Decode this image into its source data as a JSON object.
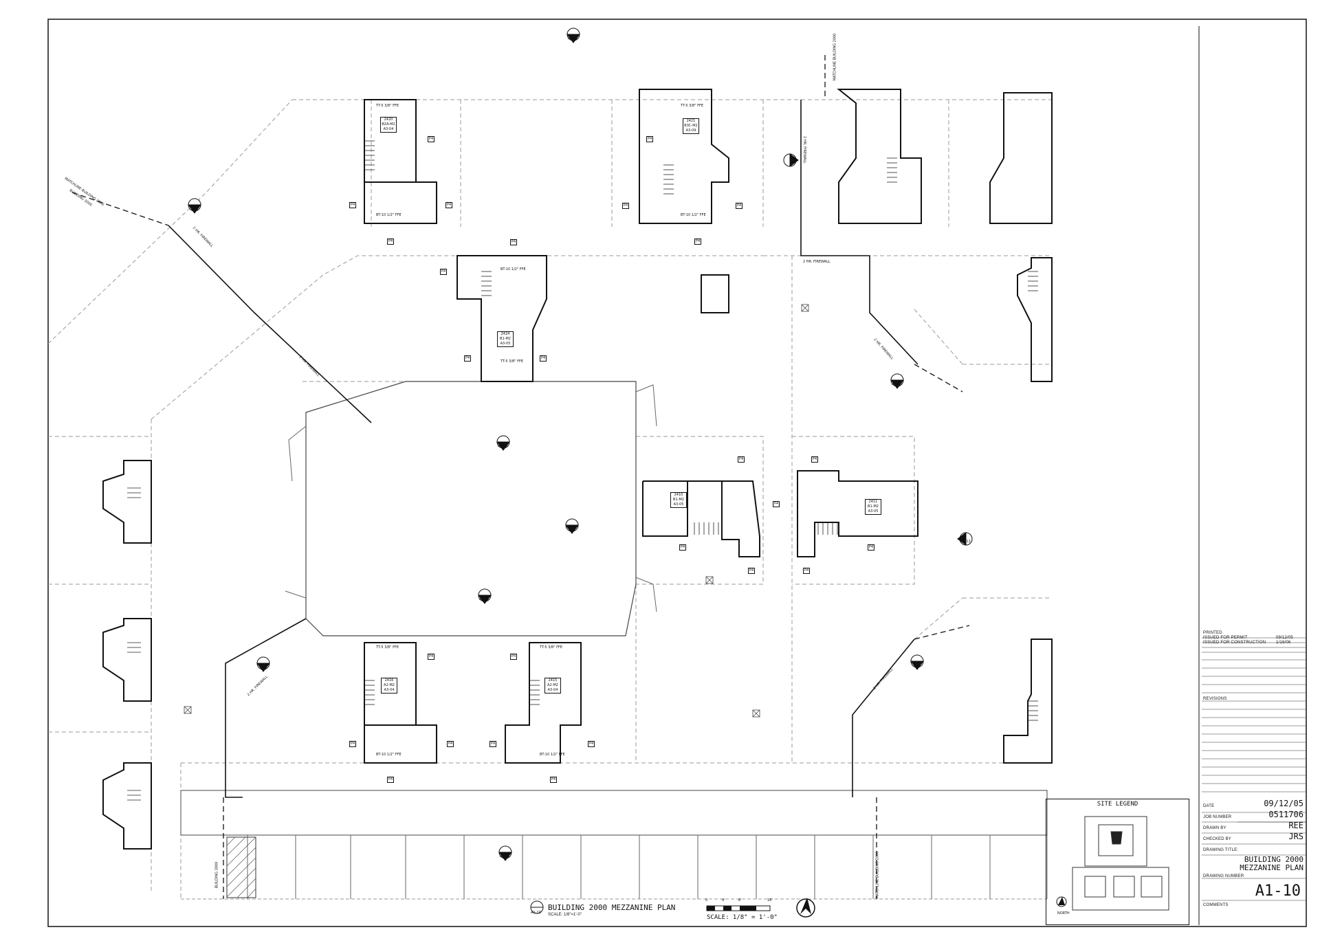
{
  "sheet": {
    "plan_title": "BUILDING 2000 MEZZANINE PLAN",
    "plan_scale": "SCALE: 1/8\"=1'-0\"",
    "scale_bar_note": "SCALE: 1/8\" = 1'-0\"",
    "scale_ticks": [
      "0",
      "4'",
      "8'",
      "16'"
    ],
    "section_ref_sheet": "A1-10"
  },
  "title_block": {
    "printed_label": "PRINTED",
    "issued_permit_label": "ISSUED FOR PERMIT",
    "issued_permit_date": "09/12/05",
    "issued_construction_label": "ISSUED FOR CONSTRUCTION",
    "issued_construction_date": "1/16/06",
    "revisions_label": "REVISIONS",
    "date_label": "DATE",
    "date_value": "09/12/05",
    "job_number_label": "JOB NUMBER",
    "job_number_value": "0511706",
    "drawn_by_label": "DRAWN BY",
    "drawn_by_value": "REE",
    "checked_by_label": "CHECKED BY",
    "checked_by_value": "JRS",
    "drawing_title_label": "DRAWING TITLE:",
    "drawing_title_line1": "BUILDING 2000",
    "drawing_title_line2": "MEZZANINE PLAN",
    "drawing_number_label": "DRAWING NUMBER",
    "drawing_number_value": "A1-10",
    "comments_label": "COMMENTS"
  },
  "site_legend": {
    "title": "SITE LEGEND",
    "north_label": "NORTH"
  },
  "wall_labels": {
    "firewall": "2 HR. FIREWALL",
    "match_line_a": "MATCHLINE BUILDING 2000",
    "match_line_b": "BUILDING 3000"
  },
  "rooms": [
    {
      "num": "2420",
      "type": "B2A-M2",
      "ref": "A3-04"
    },
    {
      "num": "2421",
      "type": "B3C-M2",
      "ref": "A3-09"
    },
    {
      "num": "2424",
      "type": "B1-M2",
      "ref": "A3-05"
    },
    {
      "num": "2410",
      "type": "B1-M2",
      "ref": "A3-05"
    },
    {
      "num": "2411",
      "type": "B1-M2",
      "ref": "A3-05"
    },
    {
      "num": "2416",
      "type": "A2-M2",
      "ref": "A3-04"
    },
    {
      "num": "2415",
      "type": "A2-M2",
      "ref": "A3-04"
    }
  ],
  "callouts": {
    "ceiling_tt": "TT-5 3/8\" FFE",
    "ceiling_bt": "BT-10 1/2\" FFE",
    "pn": "P4",
    "section_refs": [
      "A4-01",
      "A4-05",
      "A4-06",
      "A4-07",
      "A4-10",
      "A4-11",
      "A4-12"
    ]
  }
}
